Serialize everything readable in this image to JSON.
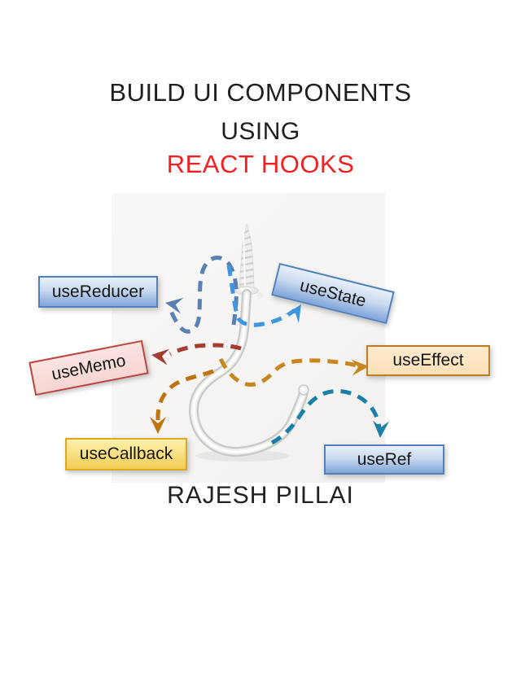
{
  "title": {
    "line1": "BUILD UI COMPONENTS",
    "line2": "USING",
    "line3": "REACT HOOKS"
  },
  "author": "RAJESH PILLAI",
  "colors": {
    "title_text": "#1e1e1e",
    "title_accent_red": "#f22020",
    "blue_box_border": "#4f81bd",
    "pink_box_border": "#b8453e",
    "tan_box_border": "#bf7d26",
    "yellow_box_border": "#dca920"
  },
  "diagram": {
    "center_icon": "screw-hook-image",
    "nodes": [
      {
        "label": "useReducer",
        "box_style": "blue",
        "arrow_color": "#5b80b4"
      },
      {
        "label": "useState",
        "box_style": "blue",
        "arrow_color": "#3e97e0"
      },
      {
        "label": "useMemo",
        "box_style": "pink",
        "arrow_color": "#a63c31"
      },
      {
        "label": "useEffect",
        "box_style": "tan",
        "arrow_color": "#c8861f"
      },
      {
        "label": "useCallback",
        "box_style": "yellow",
        "arrow_color": "#c0740f"
      },
      {
        "label": "useRef",
        "box_style": "blue",
        "arrow_color": "#1b80a8"
      }
    ]
  }
}
